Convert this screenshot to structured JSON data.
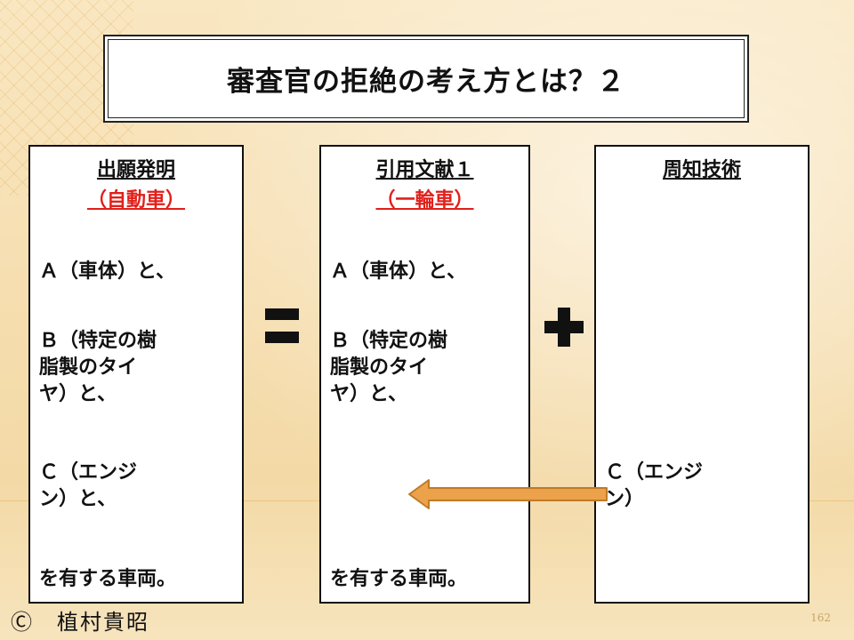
{
  "title": "審査官の拒絶の考え方とは？２",
  "columns": [
    {
      "heading": "出願発明",
      "subheading": "（自動車）",
      "items": [
        "Ａ（車体）と、",
        "Ｂ（特定の樹",
        "脂製のタイ",
        "ヤ）と、",
        "Ｃ（エンジ",
        "ン）と、",
        "を有する車両。"
      ]
    },
    {
      "heading": "引用文献１",
      "subheading": "（一輪車）",
      "items": [
        "Ａ（車体）と、",
        "Ｂ（特定の樹",
        "脂製のタイ",
        "ヤ）と、",
        "を有する車両。"
      ]
    },
    {
      "heading": "周知技術",
      "items": [
        "Ｃ（エンジ",
        "ン）"
      ]
    }
  ],
  "footer": {
    "copyright": "Ⓒ　植村貴昭",
    "page_number": "162"
  },
  "colors": {
    "accent_red": "#e0201b",
    "arrow_fill": "#eba24a",
    "arrow_stroke": "#c07a26"
  }
}
